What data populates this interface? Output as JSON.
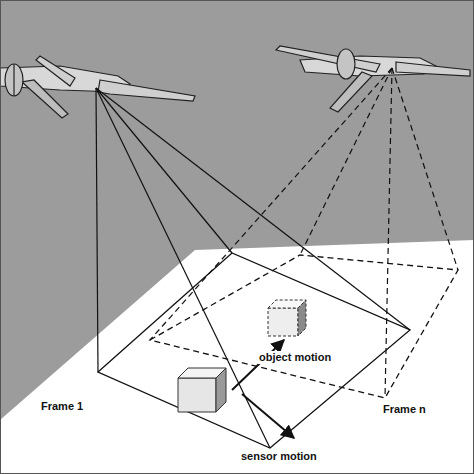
{
  "diagram": {
    "labels": [
      "object motion",
      "Frame 1",
      "sensor motion",
      "Frame n"
    ]
  }
}
